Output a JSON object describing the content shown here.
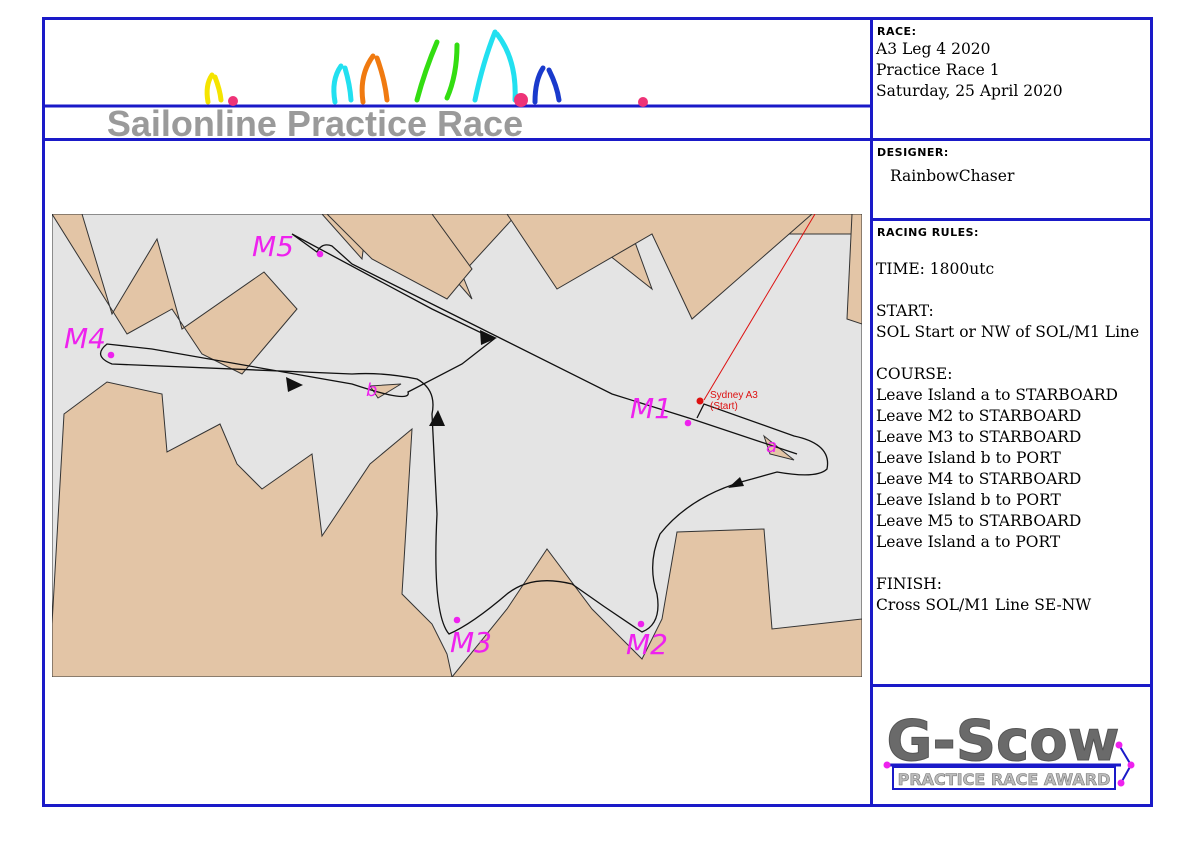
{
  "banner": {
    "title": "Sailonline Practice Race"
  },
  "race": {
    "label": "RACE:",
    "lines": [
      "A3 Leg 4 2020",
      "Practice Race 1",
      "Saturday, 25 April 2020"
    ]
  },
  "designer": {
    "label": "DESIGNER:",
    "name": "RainbowChaser"
  },
  "rules": {
    "label": "RACING RULES:",
    "time": "TIME: 1800utc",
    "start_title": "START:",
    "start_text": "SOL Start or NW of SOL/M1 Line",
    "course_title": "COURSE:",
    "course": [
      "Leave Island a to STARBOARD",
      "Leave M2 to STARBOARD",
      "Leave M3 to STARBOARD",
      "Leave Island b to PORT",
      "Leave M4 to STARBOARD",
      "Leave Island b to PORT",
      "Leave M5 to STARBOARD",
      "Leave Island a to PORT"
    ],
    "finish_title": "FINISH:",
    "finish_text": "Cross SOL/M1 Line SE-NW"
  },
  "map": {
    "marks": [
      "M1",
      "M2",
      "M3",
      "M4",
      "M5"
    ],
    "islands": [
      "a",
      "b"
    ],
    "start_label": "Sydney A3",
    "start_sub": "(Start)",
    "colors": {
      "land": "#e3c5a6",
      "water": "#e4e4e4",
      "mark": "#ee22ee",
      "start": "#dd1111"
    }
  },
  "award": {
    "title": "G-Scow",
    "subtitle": "PRACTICE RACE AWARD"
  }
}
